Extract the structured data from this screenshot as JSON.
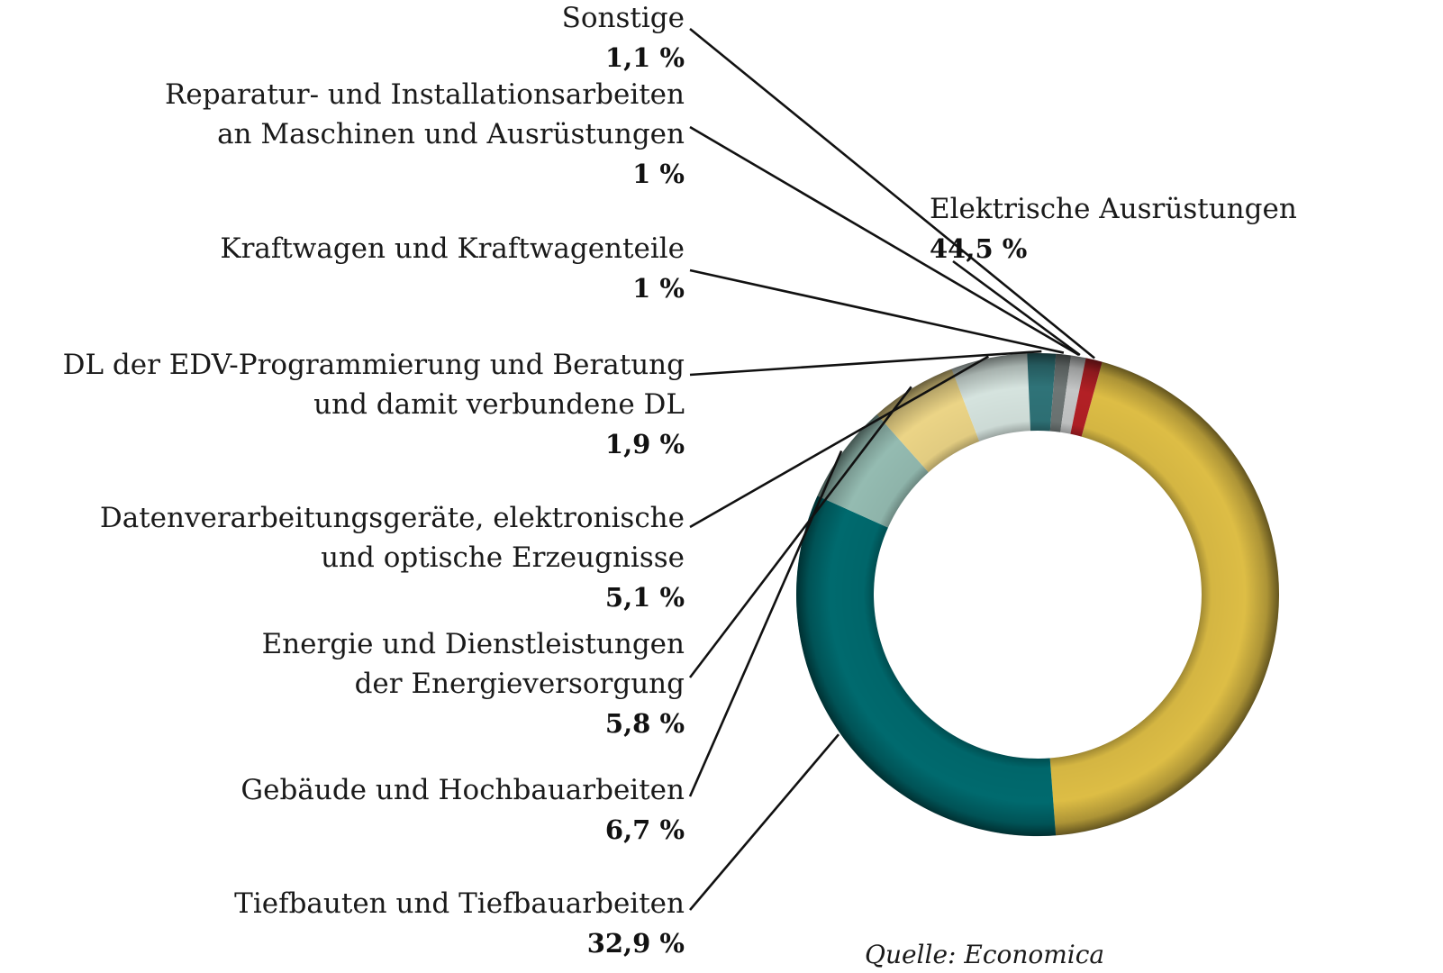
{
  "chart_data": {
    "type": "pie",
    "variant": "donut",
    "title": "",
    "source": "Quelle: Economica",
    "slices": [
      {
        "label_lines": [
          "Elektrische Ausrüstungen"
        ],
        "value": 44.5,
        "value_text": "44,5 %",
        "color": "#DDBD45"
      },
      {
        "label_lines": [
          "Tiefbauten und Tiefbauarbeiten"
        ],
        "value": 32.9,
        "value_text": "32,9 %",
        "color": "#006A6E"
      },
      {
        "label_lines": [
          "Gebäude und Hochbauarbeiten"
        ],
        "value": 6.7,
        "value_text": "6,7 %",
        "color": "#94BBB1"
      },
      {
        "label_lines": [
          "Energie und Dienstleistungen",
          "der Energieversorgung"
        ],
        "value": 5.8,
        "value_text": "5,8 %",
        "color": "#EBD486"
      },
      {
        "label_lines": [
          "Datenverarbeitungsgeräte, elektronische",
          "und optische Erzeugnisse"
        ],
        "value": 5.1,
        "value_text": "5,1 %",
        "color": "#D5E3DE"
      },
      {
        "label_lines": [
          "DL der EDV-Programmierung und Beratung",
          "und damit verbundene DL"
        ],
        "value": 1.9,
        "value_text": "1,9 %",
        "color": "#2F7378"
      },
      {
        "label_lines": [
          "Kraftwagen und Kraftwagenteile"
        ],
        "value": 1.0,
        "value_text": "1 %",
        "color": "#6E7675"
      },
      {
        "label_lines": [
          "Reparatur- und Installationsarbeiten",
          "an Maschinen und Ausrüstungen"
        ],
        "value": 1.0,
        "value_text": "1 %",
        "color": "#C4C6C6"
      },
      {
        "label_lines": [
          "Sonstige"
        ],
        "value": 1.1,
        "value_text": "1,1 %",
        "color": "#B32025"
      }
    ]
  }
}
